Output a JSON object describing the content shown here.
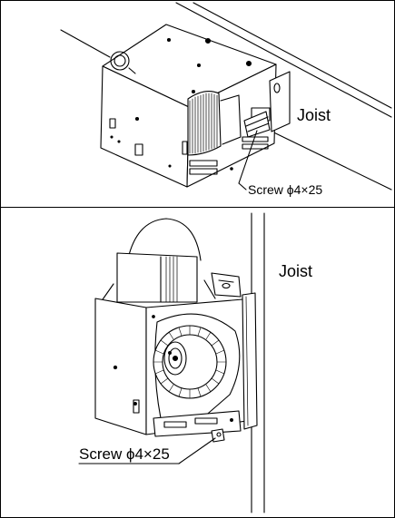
{
  "top": {
    "joist_label": "Joist",
    "screw_label": "Screw ϕ4×25"
  },
  "bottom": {
    "joist_label": "Joist",
    "screw_label": "Screw ϕ4×25"
  }
}
